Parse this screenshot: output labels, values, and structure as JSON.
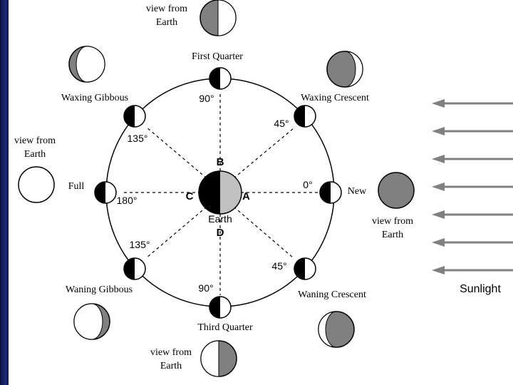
{
  "colors": {
    "dark": "#000000",
    "moon_shadow": "#808080",
    "earth_night": "#000000",
    "earth_day": "#c0c0c0",
    "sun_arrow": "#808080",
    "slide_border": "#1a2b7a"
  },
  "orbit_positions": [
    {
      "phase_label": "New",
      "angle_label": "0°",
      "letter": "A"
    },
    {
      "phase_label": "Waxing Crescent",
      "angle_label": "45°"
    },
    {
      "phase_label": "First Quarter",
      "angle_label": "90°",
      "letter": "B"
    },
    {
      "phase_label": "Waxing Gibbous",
      "angle_label": "135°"
    },
    {
      "phase_label": "Full",
      "angle_label": "180°",
      "letter": "C"
    },
    {
      "phase_label": "Waning Gibbous",
      "angle_label": "135°"
    },
    {
      "phase_label": "Third Quarter",
      "angle_label": "90°",
      "letter": "D"
    },
    {
      "phase_label": "Waning Crescent",
      "angle_label": "45°"
    }
  ],
  "view_from_earth_label": "view from Earth",
  "earth_label": "Earth",
  "sunlight_label": "Sunlight",
  "views": [
    {
      "name": "first-quarter",
      "lit_fraction": 0.5,
      "lit_side": "right",
      "labelled": true
    },
    {
      "name": "waxing-crescent",
      "lit_fraction": 0.2,
      "lit_side": "right",
      "labelled": false
    },
    {
      "name": "waxing-gibbous",
      "lit_fraction": 0.8,
      "lit_side": "right",
      "labelled": false
    },
    {
      "name": "full",
      "lit_fraction": 1.0,
      "lit_side": "right",
      "labelled": true
    },
    {
      "name": "new",
      "lit_fraction": 0.0,
      "lit_side": "right",
      "labelled": true
    },
    {
      "name": "waning-gibbous",
      "lit_fraction": 0.8,
      "lit_side": "left",
      "labelled": false
    },
    {
      "name": "waning-crescent",
      "lit_fraction": 0.2,
      "lit_side": "left",
      "labelled": false
    },
    {
      "name": "third-quarter",
      "lit_fraction": 0.5,
      "lit_side": "left",
      "labelled": true
    }
  ],
  "sun_arrow_count": 7
}
